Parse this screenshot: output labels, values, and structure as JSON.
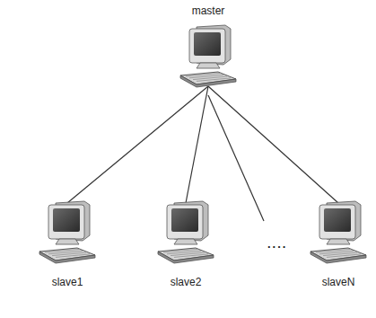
{
  "diagram": {
    "nodes": [
      {
        "text": [
          "master"
        ]
      },
      {
        "text": [
          "slave1"
        ]
      },
      {
        "text": [
          "slave2"
        ]
      },
      {
        "text": [
          "slaveN"
        ]
      }
    ],
    "edges": [
      {
        "from": 0,
        "to": 1,
        "arrow": "none"
      },
      {
        "from": 0,
        "to": 2,
        "arrow": "none"
      },
      {
        "from": 0,
        "to": 3,
        "arrow": "none"
      }
    ],
    "labels": [
      "...."
    ]
  }
}
